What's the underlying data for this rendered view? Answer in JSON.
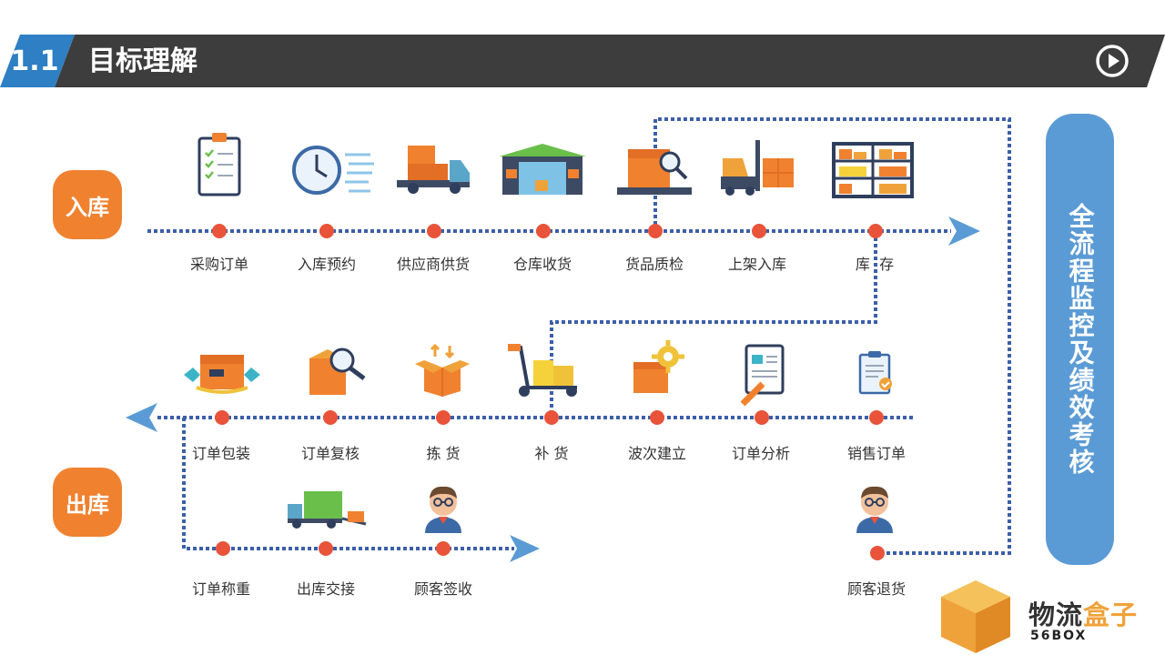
{
  "header": {
    "section": "1.1",
    "title": "目标理解"
  },
  "inbound": {
    "label": "入库",
    "steps": [
      {
        "label": "采购订单",
        "icon": "clipboard-icon"
      },
      {
        "label": "入库预约",
        "icon": "clock-icon"
      },
      {
        "label": "供应商供货",
        "icon": "truck-icon"
      },
      {
        "label": "仓库收货",
        "icon": "warehouse-icon"
      },
      {
        "label": "货品质检",
        "icon": "inspection-icon"
      },
      {
        "label": "上架入库",
        "icon": "forklift-icon"
      },
      {
        "label": "库  存",
        "icon": "shelf-icon"
      }
    ]
  },
  "outbound": {
    "label": "出库",
    "row1": [
      {
        "label": "订单包装",
        "icon": "package-icon"
      },
      {
        "label": "订单复核",
        "icon": "review-icon"
      },
      {
        "label": "拣 货",
        "icon": "open-box-icon"
      },
      {
        "label": "补 货",
        "icon": "hand-truck-icon"
      },
      {
        "label": "波次建立",
        "icon": "box-gear-icon"
      },
      {
        "label": "订单分析",
        "icon": "report-icon"
      },
      {
        "label": "销售订单",
        "icon": "sales-clipboard-icon"
      }
    ],
    "row2": [
      {
        "label": "订单称重",
        "icon": ""
      },
      {
        "label": "出库交接",
        "icon": "delivery-truck-icon"
      },
      {
        "label": "顾客签收",
        "icon": "customer-icon"
      }
    ],
    "return": {
      "label": "顾客退货",
      "icon": "customer-icon"
    }
  },
  "side_panel": {
    "text": "全流程监控及绩效考核"
  },
  "logo": {
    "main": "物流",
    "accent": "盒子",
    "sub": "56BOX"
  },
  "colors": {
    "accent_orange": "#f0812f",
    "dot_red": "#e8533a",
    "line_blue": "#3c5fa8",
    "arrow_blue": "#5b9bd5",
    "header_dark": "#3d3d3d",
    "badge_blue": "#2e7fc4"
  }
}
